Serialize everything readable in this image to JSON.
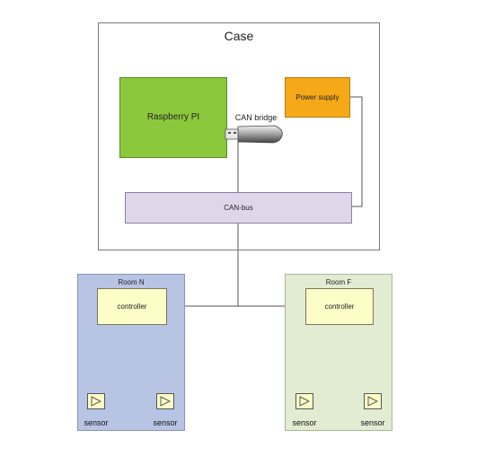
{
  "case": {
    "title": "Case"
  },
  "raspberry": {
    "label": "Raspberry PI",
    "color": "#8cc83c"
  },
  "power": {
    "label": "Power supply",
    "color": "#f5a918"
  },
  "can_bridge": {
    "label": "CAN bridge",
    "icon": "usb-dongle-icon"
  },
  "canbus": {
    "label": "CAN-bus",
    "color": "#e0d6ea"
  },
  "rooms": [
    {
      "title": "Room N",
      "color": "#b7c4e4",
      "controller": "controller",
      "sensors": [
        "sensor",
        "sensor"
      ]
    },
    {
      "title": "Room F",
      "color": "#e2ecd2",
      "controller": "controller",
      "sensors": [
        "sensor",
        "sensor"
      ]
    }
  ],
  "colors": {
    "controller_fill": "#fdfdc8",
    "sensor_fill": "#fdfdc8",
    "wire": "#555555"
  }
}
